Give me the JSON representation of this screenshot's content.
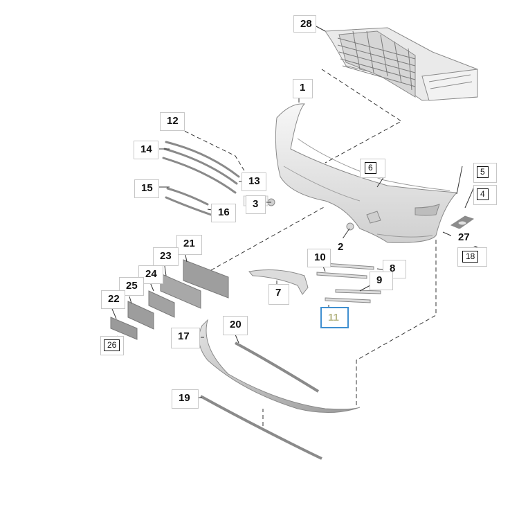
{
  "diagram": {
    "callouts": [
      {
        "id": "28",
        "label": "28"
      },
      {
        "id": "1",
        "label": "1"
      },
      {
        "id": "12",
        "label": "12"
      },
      {
        "id": "14",
        "label": "14"
      },
      {
        "id": "13",
        "label": "13"
      },
      {
        "id": "15",
        "label": "15"
      },
      {
        "id": "16",
        "label": "16"
      },
      {
        "id": "3",
        "label": "3"
      },
      {
        "id": "6",
        "label": "6"
      },
      {
        "id": "5",
        "label": "5"
      },
      {
        "id": "4",
        "label": "4"
      },
      {
        "id": "27",
        "label": "27"
      },
      {
        "id": "18",
        "label": "18"
      },
      {
        "id": "2",
        "label": "2"
      },
      {
        "id": "10",
        "label": "10"
      },
      {
        "id": "8",
        "label": "8"
      },
      {
        "id": "9",
        "label": "9"
      },
      {
        "id": "7",
        "label": "7"
      },
      {
        "id": "11",
        "label": "11"
      },
      {
        "id": "21",
        "label": "21"
      },
      {
        "id": "23",
        "label": "23"
      },
      {
        "id": "24",
        "label": "24"
      },
      {
        "id": "25",
        "label": "25"
      },
      {
        "id": "22",
        "label": "22"
      },
      {
        "id": "26",
        "label": "26"
      },
      {
        "id": "17",
        "label": "17"
      },
      {
        "id": "20",
        "label": "20"
      },
      {
        "id": "19",
        "label": "19"
      }
    ],
    "colors": {
      "part_fill": "#ececec",
      "part_stroke": "#8a8a8a",
      "leader_line": "#333333",
      "highlight": "#3f8fd0"
    }
  }
}
